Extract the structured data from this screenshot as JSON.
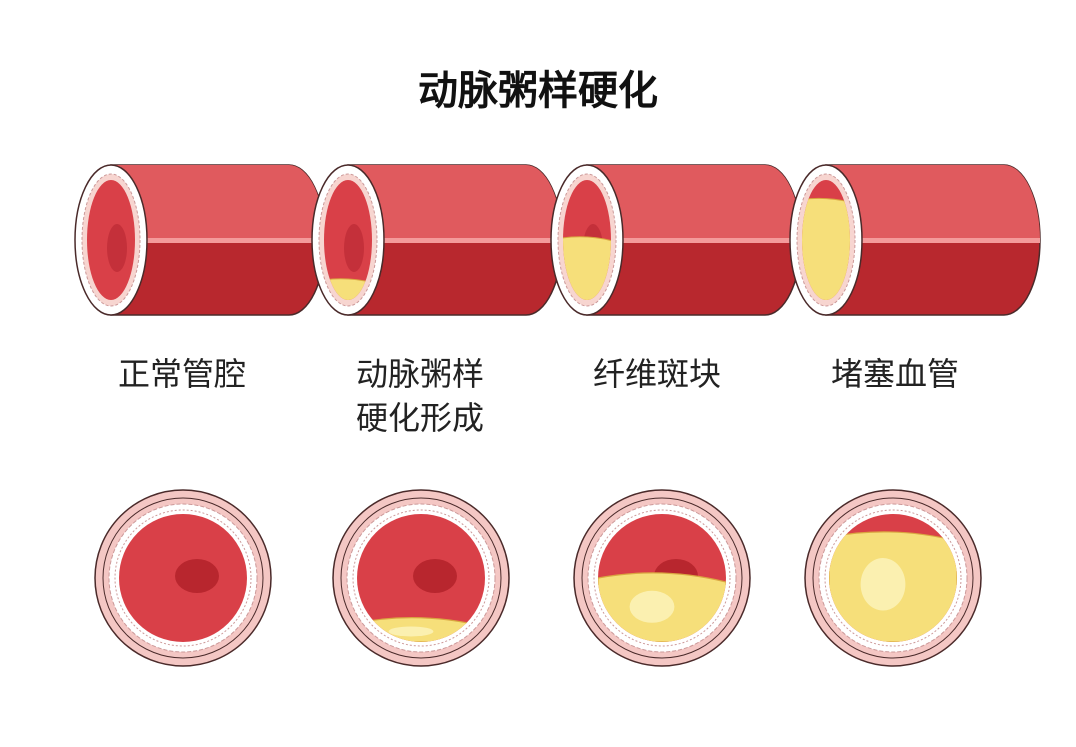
{
  "title": "动脉粥样硬化",
  "stages": [
    {
      "label_lines": [
        "正常管腔"
      ],
      "plaque_fraction": 0
    },
    {
      "label_lines": [
        "动脉粥样",
        "硬化形成"
      ],
      "plaque_fraction": 0.15
    },
    {
      "label_lines": [
        "纤维斑块"
      ],
      "plaque_fraction": 0.5
    },
    {
      "label_lines": [
        "堵塞血管"
      ],
      "plaque_fraction": 0.82
    }
  ],
  "colors": {
    "vessel_top": "#e05a5e",
    "vessel_bottom": "#b8282e",
    "highlight": "#f49a9a",
    "lumen": "#d94048",
    "wall": "#f7d5d0",
    "plaque": "#f6df7a",
    "plaque_light": "#fbf0b0",
    "outline": "#4a2a2a"
  }
}
